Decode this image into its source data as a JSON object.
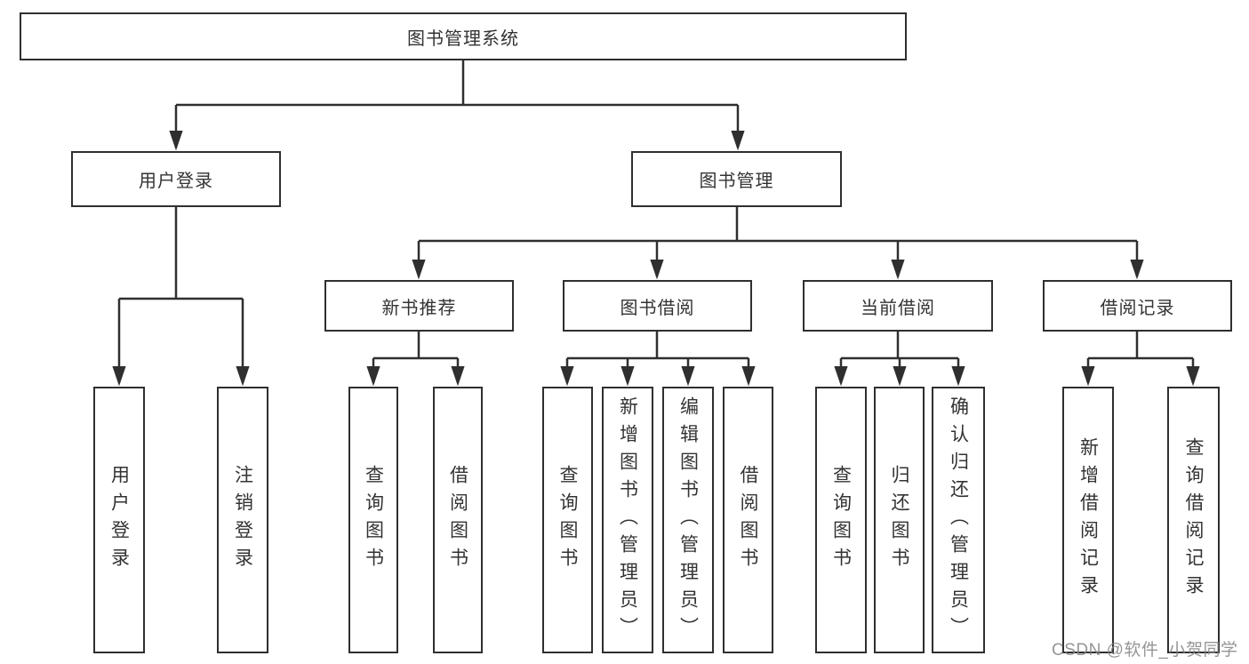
{
  "diagram": {
    "title": "图书管理系统",
    "watermark": "CSDN @软件_小贺同学",
    "tree": {
      "label": "图书管理系统",
      "children": [
        {
          "label": "用户登录",
          "children": [
            {
              "label": "用户登录"
            },
            {
              "label": "注销登录"
            }
          ]
        },
        {
          "label": "图书管理",
          "children": [
            {
              "label": "新书推荐",
              "children": [
                {
                  "label": "查询图书"
                },
                {
                  "label": "借阅图书"
                }
              ]
            },
            {
              "label": "图书借阅",
              "children": [
                {
                  "label": "查询图书"
                },
                {
                  "label": "新增图书（管理员）"
                },
                {
                  "label": "编辑图书（管理员）"
                },
                {
                  "label": "借阅图书"
                }
              ]
            },
            {
              "label": "当前借阅",
              "children": [
                {
                  "label": "查询图书"
                },
                {
                  "label": "归还图书"
                },
                {
                  "label": "确认归还（管理员）"
                }
              ]
            },
            {
              "label": "借阅记录",
              "children": [
                {
                  "label": "新增借阅记录"
                },
                {
                  "label": "查询借阅记录"
                }
              ]
            }
          ]
        }
      ]
    },
    "colors": {
      "line": "#2f2f2f",
      "text": "#333333",
      "background": "#ffffff",
      "watermark_gray": "#828282"
    }
  }
}
